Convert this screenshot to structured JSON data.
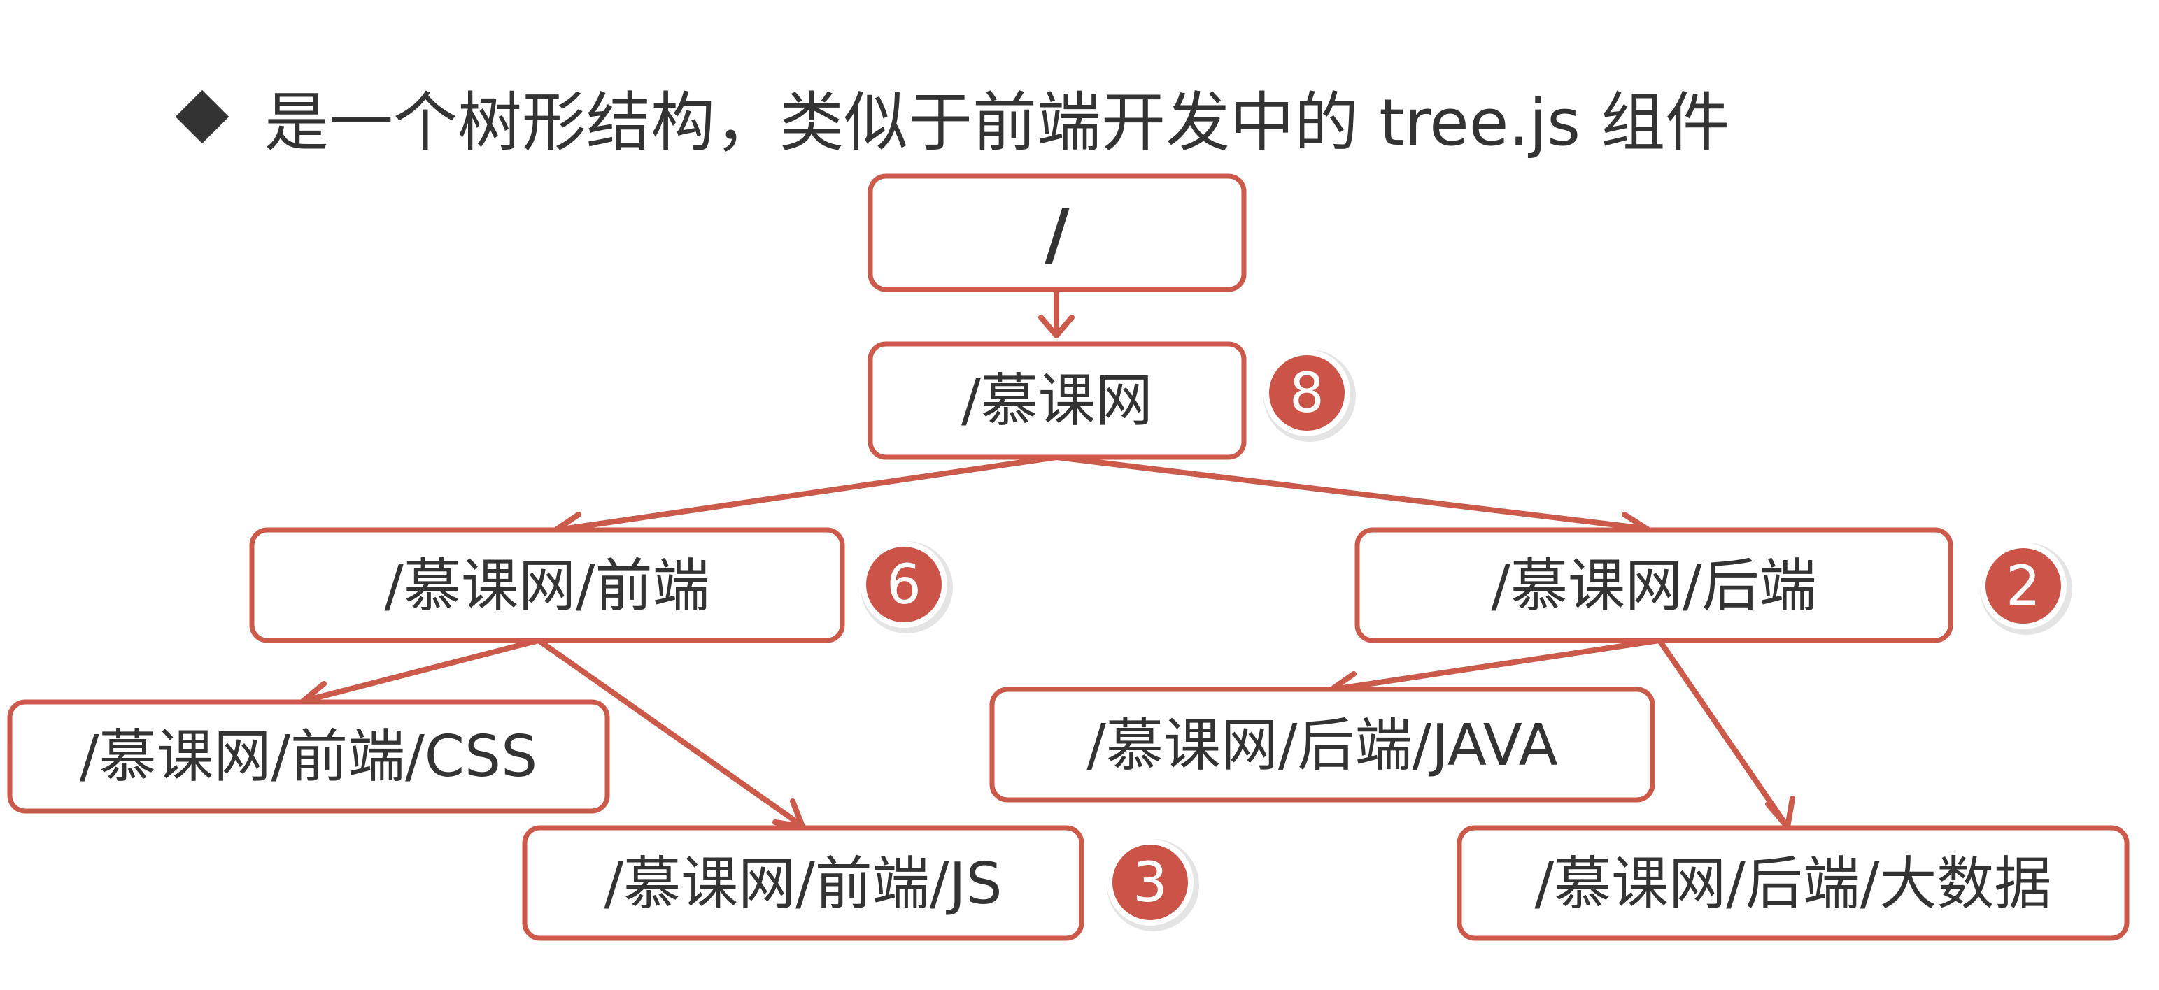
{
  "heading": {
    "text": "是一个树形结构，类似于前端开发中的 tree.js 组件"
  },
  "nodes": {
    "root": "/",
    "imooc": "/慕课网",
    "frontend": "/慕课网/前端",
    "backend": "/慕课网/后端",
    "css": "/慕课网/前端/CSS",
    "js": "/慕课网/前端/JS",
    "java": "/慕课网/后端/JAVA",
    "bigdata": "/慕课网/后端/大数据"
  },
  "badges": {
    "imooc": "8",
    "frontend": "6",
    "backend": "2",
    "js": "3"
  },
  "colors": {
    "accent": "#cc5a4b",
    "badge": "#cc5347",
    "text": "#333333"
  }
}
